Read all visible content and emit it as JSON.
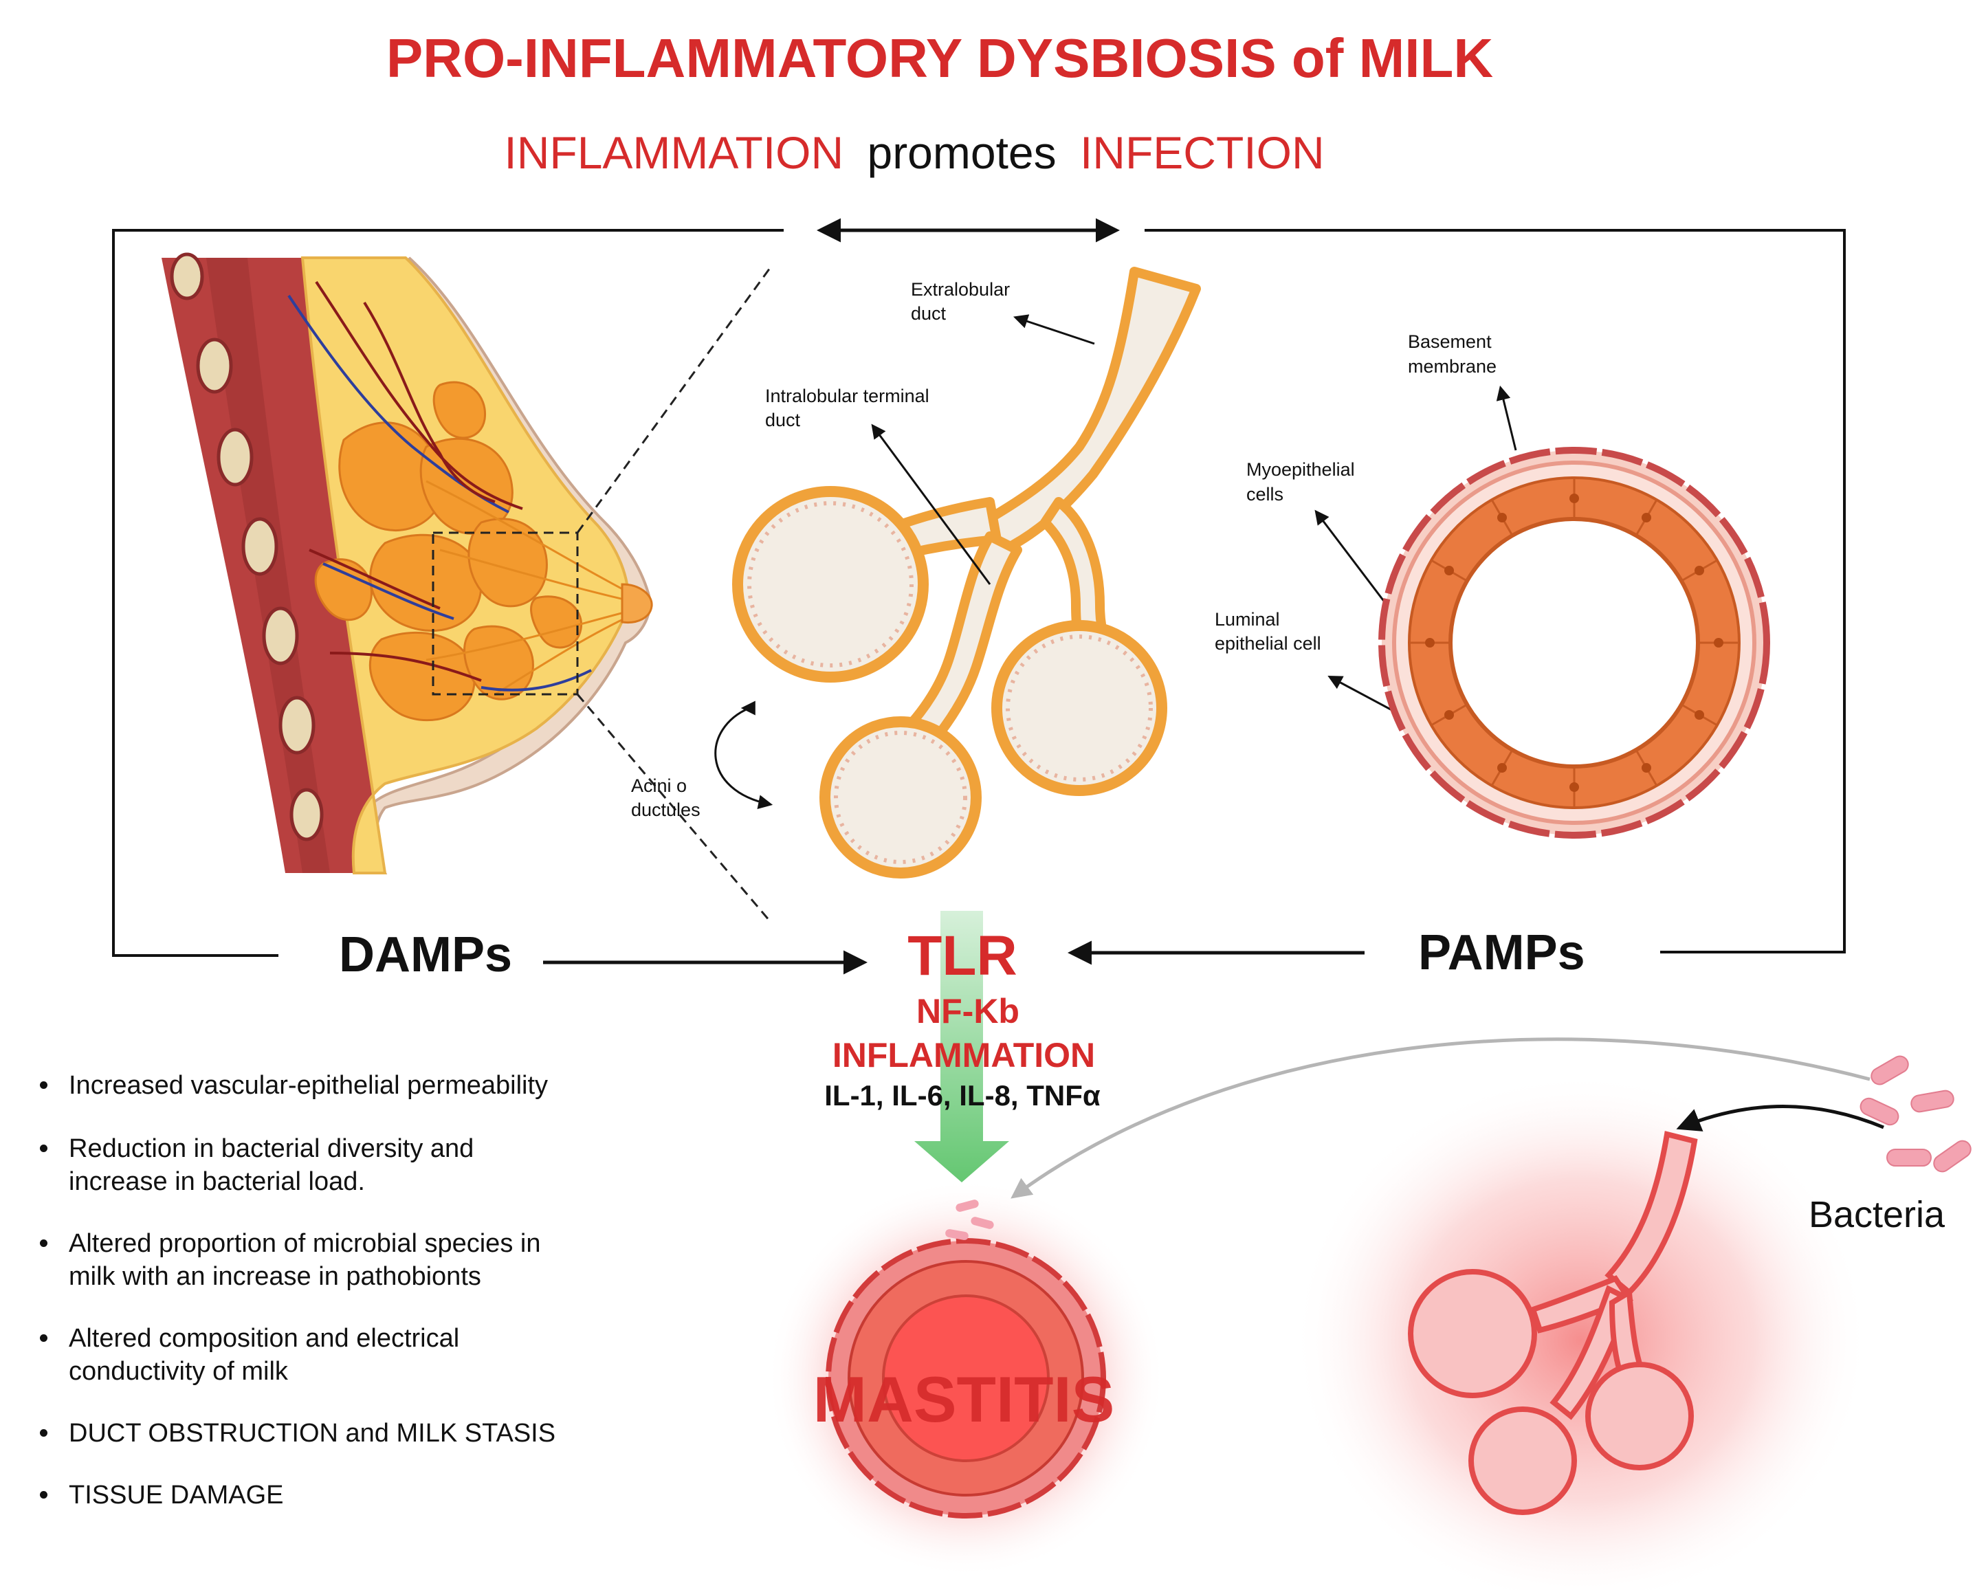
{
  "title": "PRO-INFLAMMATORY DYSBIOSIS of MILK",
  "subtitle": {
    "part1": "INFLAMMATION",
    "part2": "promotes",
    "part3": "INFECTION"
  },
  "anatomy_labels": {
    "extralobular_line1": "Extralobular",
    "extralobular_line2": "duct",
    "intralobular_line1": "Intralobular terminal",
    "intralobular_line2": "duct",
    "acini_line1": "Acini o",
    "acini_line2": "ductules",
    "basement_line1": "Basement",
    "basement_line2": "membrane",
    "myo_line1": "Myoepithelial",
    "myo_line2": "cells",
    "luminal_line1": "Luminal",
    "luminal_line2": "epithelial cell"
  },
  "pathway": {
    "damps": "DAMPs",
    "pamps": "PAMPs",
    "tlr": "TLR",
    "nfkb": "NF-Kb",
    "inflammation": "INFLAMMATION",
    "cytokines": "IL-1, IL-6, IL-8, TNFα"
  },
  "outcome": "MASTITIS",
  "bacteria_label": "Bacteria",
  "effects": [
    {
      "line1": "Increased vascular-epithelial permeability"
    },
    {
      "line1": "Reduction in bacterial diversity and",
      "line2": "increase in bacterial load."
    },
    {
      "line1": "Altered proportion of microbial species in",
      "line2": "milk with an increase in pathobionts"
    },
    {
      "line1": "Altered composition and electrical",
      "line2": "conductivity of milk"
    },
    {
      "line1": "DUCT OBSTRUCTION and MILK STASIS"
    },
    {
      "line1": "TISSUE DAMAGE"
    }
  ],
  "colors": {
    "title_red": "#d62b2b",
    "tissue_orange": "#f39a2e",
    "fat_yellow": "#f9d56e",
    "muscle_red": "#b8403f",
    "duct_cream": "#f3ede4",
    "green_arrow": "#5cc46a",
    "bacteria_pink": "#f3a3b1",
    "inflamed_red": "#e8474b"
  }
}
